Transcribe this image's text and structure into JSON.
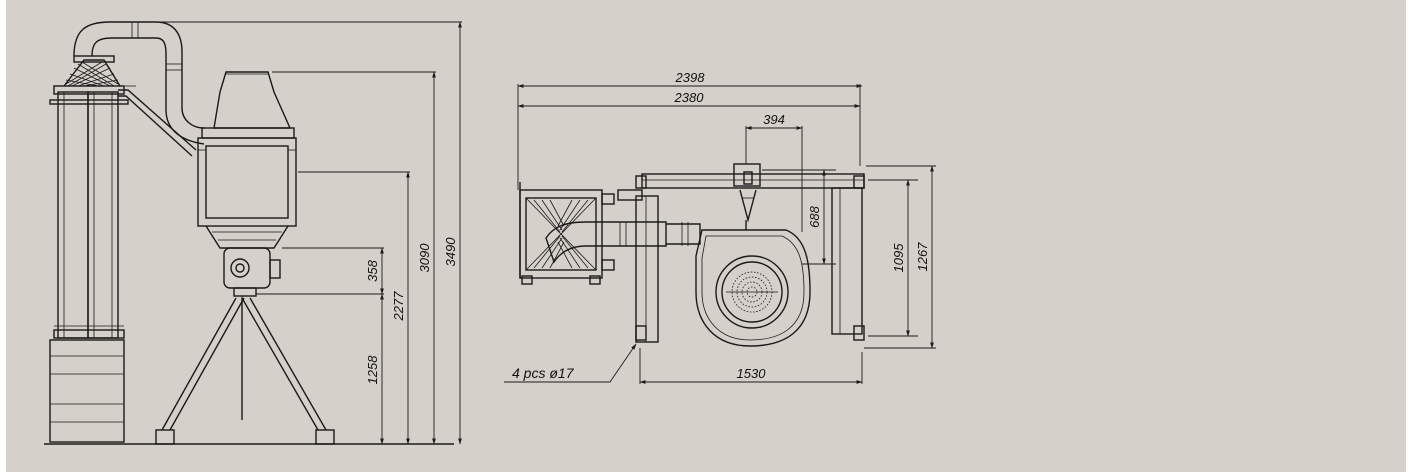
{
  "colors": {
    "background": "#d5d0ca",
    "page": "#ffffff",
    "ink": "#1a1a1a"
  },
  "side_view": {
    "dimensions": {
      "height_total": "3490",
      "height_hopper": "3090",
      "height_inlet": "2277",
      "height_fan": "358",
      "height_legs": "1258"
    }
  },
  "top_view": {
    "dimensions": {
      "overall_length": "2398",
      "frame_length": "2380",
      "offset": "394",
      "depth_inner": "688",
      "width_frame": "1095",
      "width_overall": "1267",
      "leg_span": "1530"
    },
    "hole_note": "4 pcs ø17"
  }
}
